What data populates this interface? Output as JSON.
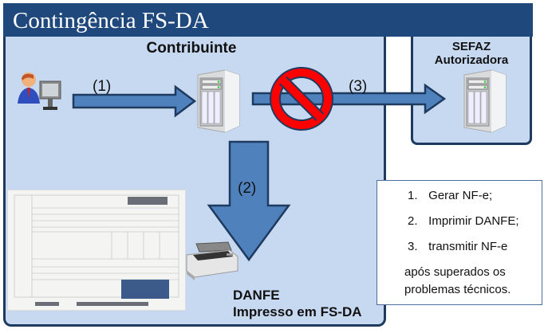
{
  "title": "Contingência FS-DA",
  "contribuinte": {
    "label": "Contribuinte"
  },
  "sefaz": {
    "label_line1": "SEFAZ",
    "label_line2": "Autorizadora"
  },
  "arrows": [
    {
      "label": "(1)",
      "from": "user",
      "to": "server"
    },
    {
      "label": "(2)",
      "from": "server",
      "to": "printer"
    },
    {
      "label": "(3)",
      "from": "server",
      "to": "sefaz-server",
      "blocked": true
    }
  ],
  "icons": {
    "user": "user-at-computer-icon",
    "server": "server-icon",
    "sefaz_server": "server-icon",
    "blocked": "prohibited-icon",
    "printer": "printer-icon",
    "document": "danfe-document-image"
  },
  "danfe": {
    "line1": "DANFE",
    "line2": "Impresso em FS-DA"
  },
  "steps": [
    {
      "num": "1.",
      "text": "Gerar NF-e;"
    },
    {
      "num": "2.",
      "text": "Imprimir DANFE;"
    },
    {
      "num": "3.",
      "text": "transmitir NF-e"
    }
  ],
  "note": {
    "line1": "após superados os",
    "line2": "problemas técnicos."
  },
  "colors": {
    "title_bg": "#1f497d",
    "panel_bg": "#c6d9f1",
    "panel_border": "#1f3a5f",
    "arrow_fill": "#4f81bd",
    "arrow_stroke": "#1f3a5f",
    "prohibited": "#ff0000"
  }
}
